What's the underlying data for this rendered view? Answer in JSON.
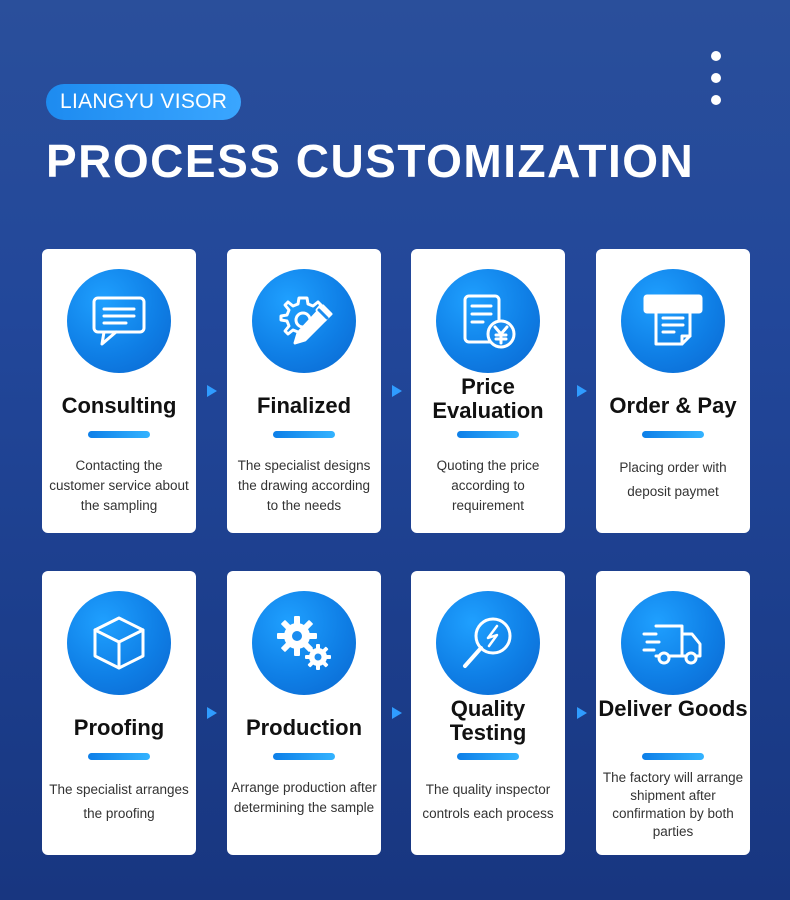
{
  "brand": "LIANGYU VISOR",
  "title": "PROCESS CUSTOMIZATION",
  "accent_color": "#1a8cf0",
  "steps": [
    {
      "icon": "chat-bubble-icon",
      "title": "Consulting",
      "desc": "Contacting the customer service about the sampling"
    },
    {
      "icon": "gear-pencil-icon",
      "title": "Finalized",
      "desc": "The specialist designs the drawing according to the needs"
    },
    {
      "icon": "document-yen-icon",
      "title": "Price Evaluation",
      "desc": "Quoting the price according to requirement"
    },
    {
      "icon": "receipt-printer-icon",
      "title": "Order & Pay",
      "desc": "Placing order with deposit paymet"
    },
    {
      "icon": "cube-icon",
      "title": "Proofing",
      "desc": "The specialist arranges the proofing"
    },
    {
      "icon": "gears-icon",
      "title": "Production",
      "desc": "Arrange production after determining the sample"
    },
    {
      "icon": "magnifier-icon",
      "title": "Quality Testing",
      "desc": "The quality inspector controls each process"
    },
    {
      "icon": "truck-icon",
      "title": "Deliver Goods",
      "desc": "The factory will arrange shipment after confirmation by both parties"
    }
  ]
}
